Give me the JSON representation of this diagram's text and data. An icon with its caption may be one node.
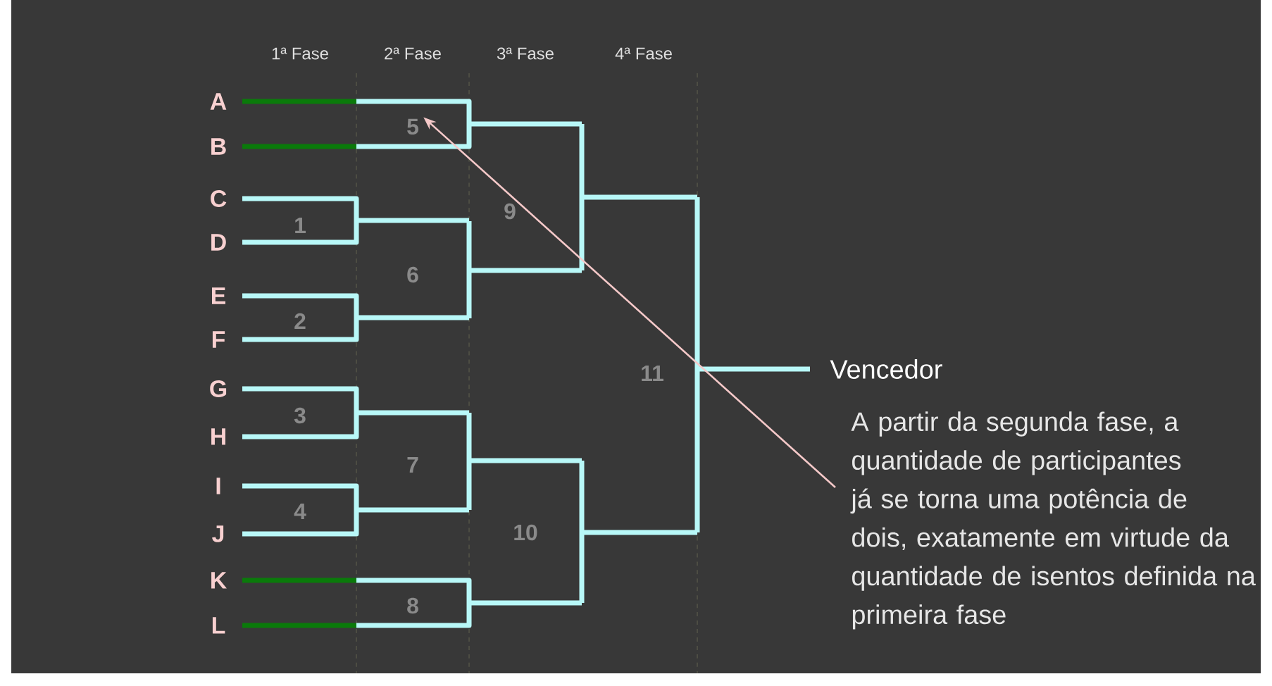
{
  "diagram": {
    "nodes": [
      {
        "text": [
          "A partir da segunda fase, a quantidade de participantes já se torna uma potência de dois, exatamente em virtude da quantidade de isentos definida na primeira fase"
        ]
      },
      {
        "text": [
          "5"
        ]
      }
    ],
    "edges": [
      {
        "from": 0,
        "to": 1,
        "arrow": "to"
      }
    ],
    "labels": [
      "1ª Fase",
      "2ª Fase",
      "3ª Fase",
      "4ª Fase",
      "A",
      "B",
      "C",
      "D",
      "E",
      "F",
      "G",
      "H",
      "I",
      "J",
      "K",
      "L",
      "1",
      "9",
      "6",
      "2",
      "11",
      "3",
      "7",
      "4",
      "10",
      "8",
      "Vencedor"
    ]
  }
}
